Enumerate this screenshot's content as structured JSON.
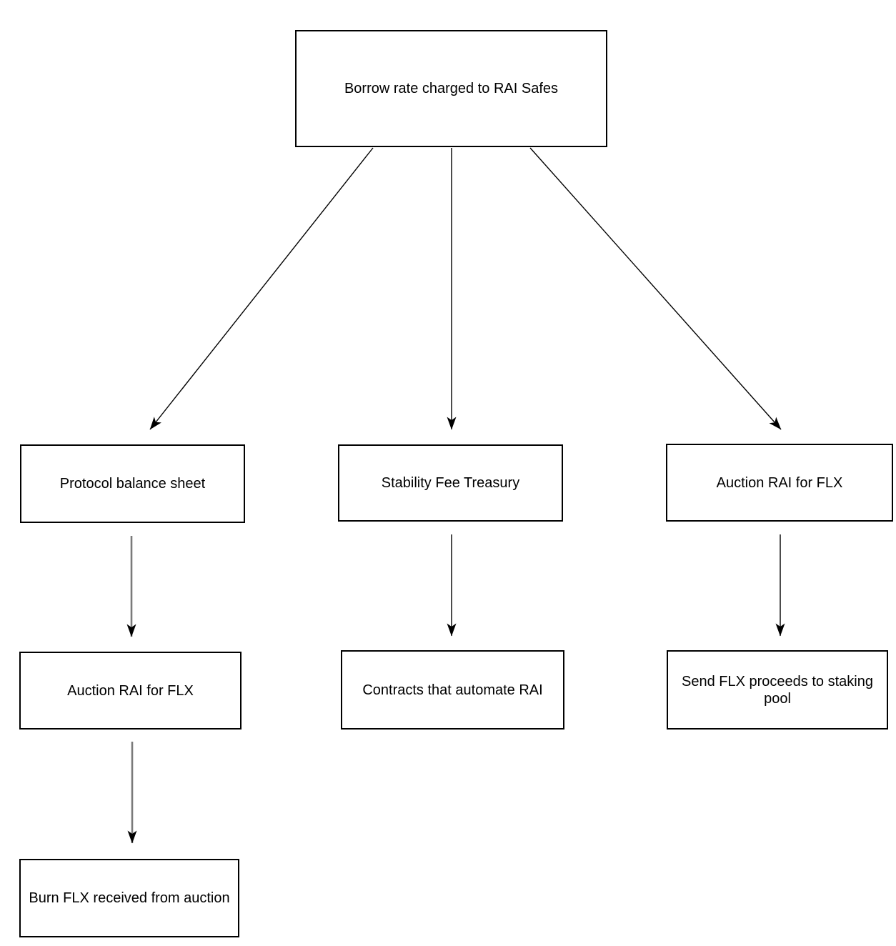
{
  "diagram": {
    "type": "flowchart",
    "nodes": [
      {
        "id": "borrow_rate",
        "label": "Borrow rate charged to RAI Safes"
      },
      {
        "id": "protocol_balance_sheet",
        "label": "Protocol balance sheet"
      },
      {
        "id": "stability_fee_treasury",
        "label": "Stability Fee Treasury"
      },
      {
        "id": "auction_rai_for_flx_right",
        "label": "Auction RAI for FLX"
      },
      {
        "id": "auction_rai_for_flx_left",
        "label": "Auction RAI for FLX"
      },
      {
        "id": "contracts_automate_rai",
        "label": "Contracts that automate RAI"
      },
      {
        "id": "send_flx_staking_pool",
        "label": "Send FLX proceeds to staking pool"
      },
      {
        "id": "burn_flx_auction",
        "label": "Burn FLX received from auction"
      }
    ],
    "edges": [
      {
        "from": "borrow_rate",
        "to": "protocol_balance_sheet"
      },
      {
        "from": "borrow_rate",
        "to": "stability_fee_treasury"
      },
      {
        "from": "borrow_rate",
        "to": "auction_rai_for_flx_right"
      },
      {
        "from": "protocol_balance_sheet",
        "to": "auction_rai_for_flx_left"
      },
      {
        "from": "stability_fee_treasury",
        "to": "contracts_automate_rai"
      },
      {
        "from": "auction_rai_for_flx_right",
        "to": "send_flx_staking_pool"
      },
      {
        "from": "auction_rai_for_flx_left",
        "to": "burn_flx_auction"
      }
    ],
    "colors": {
      "background": "#ffffff",
      "node_fill": "#ffffff",
      "node_border": "#000000",
      "text": "#000000",
      "edge_dark": "#000000",
      "edge_gray": "#7a7a7a",
      "arrowhead": "#000000"
    }
  }
}
